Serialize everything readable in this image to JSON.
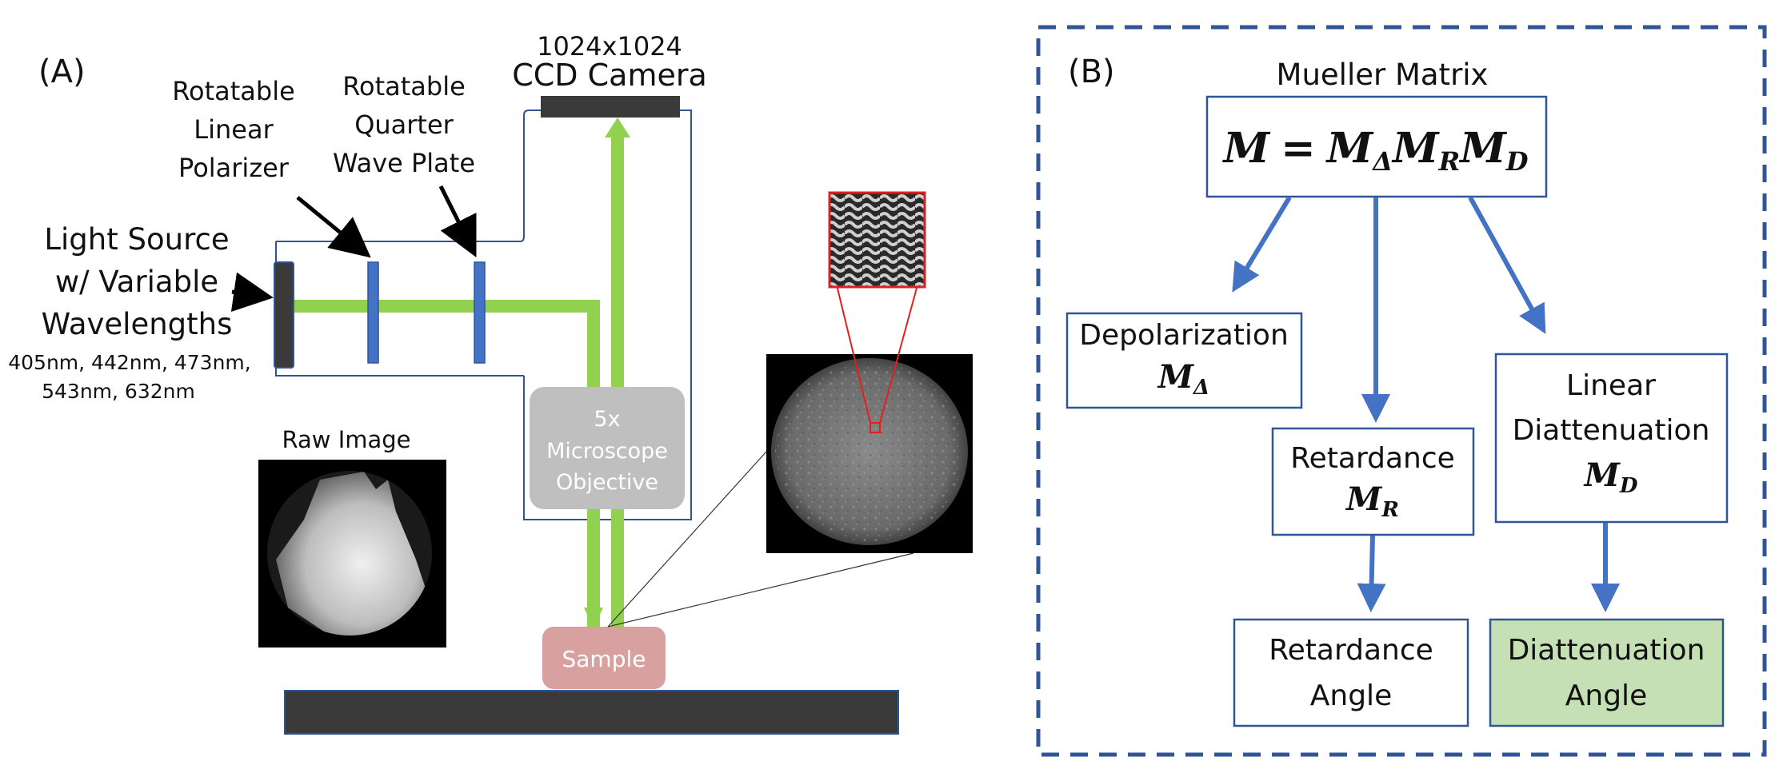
{
  "panel_a": {
    "label": "(A)",
    "camera": {
      "line1": "1024x1024",
      "line2": "CCD Camera"
    },
    "polarizer": {
      "line1": "Rotatable",
      "line2": "Linear",
      "line3": "Polarizer"
    },
    "wave_plate": {
      "line1": "Rotatable",
      "line2": "Quarter",
      "line3": "Wave Plate"
    },
    "light_source": {
      "line1": "Light Source",
      "line2": "w/ Variable",
      "line3": "Wavelengths",
      "wl1": "405nm, 442nm, 473nm,",
      "wl2": "543nm, 632nm"
    },
    "objective": {
      "line1": "5x",
      "line2": "Microscope",
      "line3": "Objective"
    },
    "sample": "Sample",
    "raw_image": "Raw Image"
  },
  "panel_b": {
    "label": "(B)",
    "mueller_title": "Mueller Matrix",
    "equation": {
      "lhs": "M",
      "eq": "=",
      "m": "M",
      "sub_delta": "Δ",
      "sub_r": "R",
      "sub_d": "D"
    },
    "depolarization": {
      "label": "Depolarization",
      "symbol": "M",
      "sub": "Δ"
    },
    "retardance": {
      "label": "Retardance",
      "symbol": "M",
      "sub": "R"
    },
    "diattenuation": {
      "line1": "Linear",
      "line2": "Diattenuation",
      "symbol": "M",
      "sub": "D"
    },
    "retardance_angle": {
      "line1": "Retardance",
      "line2": "Angle"
    },
    "diattenuation_angle": {
      "line1": "Diattenuation",
      "line2": "Angle"
    }
  },
  "colors": {
    "beam": "#92d050",
    "optic": "#4472c4",
    "dark": "#3a3a3a",
    "objective": "#bfbfbf",
    "sample": "#d9a0a0",
    "arrow_b": "#4472c4",
    "frame": "#2f5597",
    "highlight": "#c5e0b4",
    "zoom": "#e02020"
  }
}
